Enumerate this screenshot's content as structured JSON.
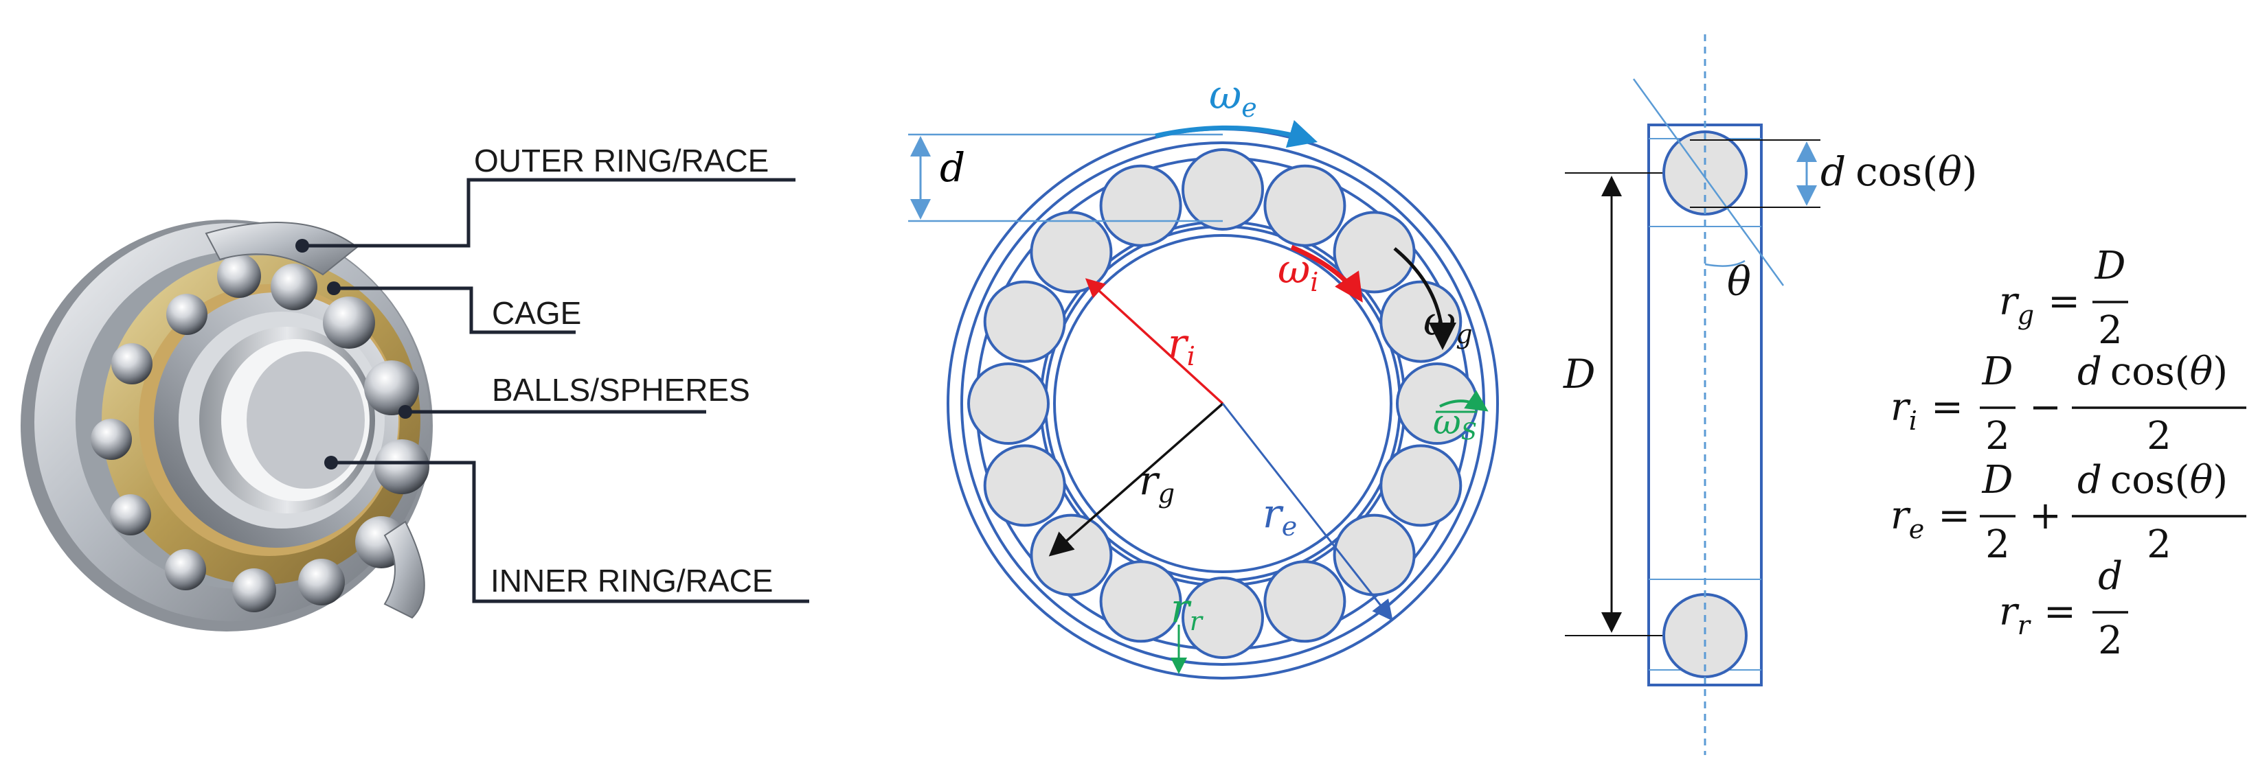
{
  "colors": {
    "outline": "#3563b8",
    "ball_fill": "#e2e2e2",
    "dim_light": "#5b9bd5",
    "omega_e": "#1e8cd2",
    "omega_i": "#e8191f",
    "omega_s": "#19a65a",
    "black": "#111111"
  },
  "photo_labels": {
    "outer": "OUTER RING/RACE",
    "cage": "CAGE",
    "balls": "BALLS/SPHERES",
    "inner": "INNER RING/RACE"
  },
  "front_view": {
    "d": "d",
    "omega_e": {
      "base": "ω",
      "sub": "e"
    },
    "omega_i": {
      "base": "ω",
      "sub": "i"
    },
    "omega_g": {
      "base": "ω",
      "sub": "g"
    },
    "omega_s": {
      "base": "ω",
      "sub": "S"
    },
    "r_i": {
      "base": "r",
      "sub": "i"
    },
    "r_g": {
      "base": "r",
      "sub": "g"
    },
    "r_e": {
      "base": "r",
      "sub": "e"
    },
    "r_r": {
      "base": "r",
      "sub": "r"
    }
  },
  "side_view": {
    "D": "D",
    "theta": "θ",
    "dcos": {
      "d": "d",
      "cos": "cos(",
      "theta": "θ",
      "close": ")"
    }
  },
  "equations": {
    "rg": {
      "lhs": "r",
      "lhs_sub": "g",
      "eq": "=",
      "num": "D",
      "den": "2"
    },
    "ri": {
      "lhs": "r",
      "lhs_sub": "i",
      "eq": "=",
      "num1": "D",
      "den1": "2",
      "op": "−",
      "num2_d": "d",
      "num2_cos": "cos(",
      "num2_theta": "θ",
      "num2_close": ")",
      "den2": "2"
    },
    "re": {
      "lhs": "r",
      "lhs_sub": "e",
      "eq": "=",
      "num1": "D",
      "den1": "2",
      "op": "+",
      "num2_d": "d",
      "num2_cos": "cos(",
      "num2_theta": "θ",
      "num2_close": ")",
      "den2": "2"
    },
    "rr": {
      "lhs": "r",
      "lhs_sub": "r",
      "eq": "=",
      "num": "d",
      "den": "2"
    }
  }
}
